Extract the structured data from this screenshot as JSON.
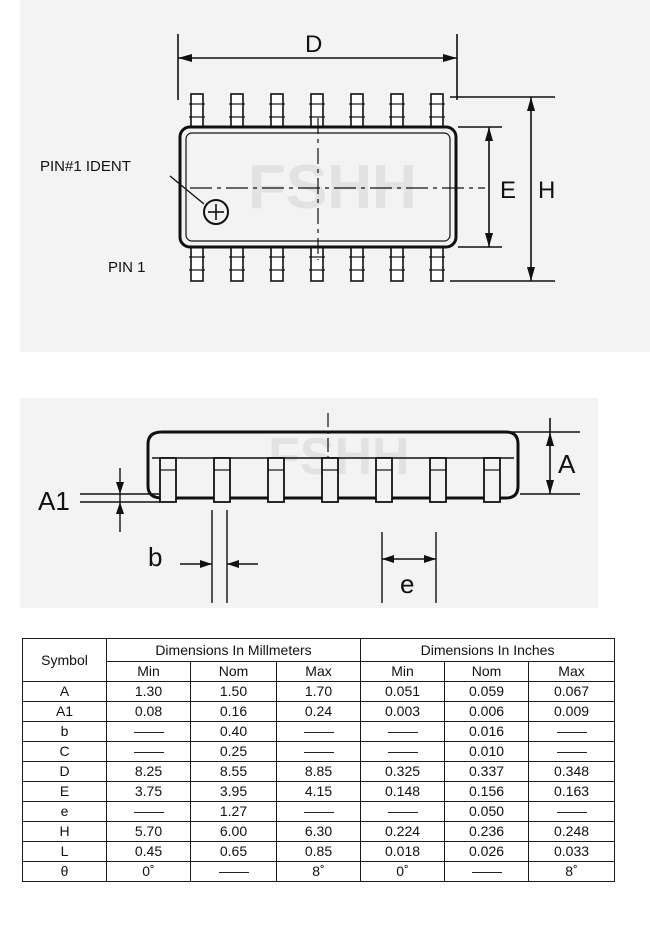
{
  "watermark": "FSHH",
  "top_view": {
    "label_length": "D",
    "label_body_width": "E",
    "label_total_width": "H",
    "label_pin1_ident": "PIN#1 IDENT",
    "label_pin1": "PIN 1"
  },
  "side_view": {
    "label_height": "A",
    "label_standoff": "A1",
    "label_lead_width": "b",
    "label_pitch": "e"
  },
  "table": {
    "symbol_header": "Symbol",
    "mm_header": "Dimensions In Millmeters",
    "inch_header": "Dimensions In Inches",
    "sub_headers": [
      "Min",
      "Nom",
      "Max",
      "Min",
      "Nom",
      "Max"
    ],
    "rows": [
      {
        "symbol": "A",
        "values": [
          "1.30",
          "1.50",
          "1.70",
          "0.051",
          "0.059",
          "0.067"
        ]
      },
      {
        "symbol": "A1",
        "values": [
          "0.08",
          "0.16",
          "0.24",
          "0.003",
          "0.006",
          "0.009"
        ]
      },
      {
        "symbol": "b",
        "values": [
          "",
          "0.40",
          "",
          "",
          "0.016",
          ""
        ]
      },
      {
        "symbol": "C",
        "values": [
          "",
          "0.25",
          "",
          "",
          "0.010",
          ""
        ]
      },
      {
        "symbol": "D",
        "values": [
          "8.25",
          "8.55",
          "8.85",
          "0.325",
          "0.337",
          "0.348"
        ]
      },
      {
        "symbol": "E",
        "values": [
          "3.75",
          "3.95",
          "4.15",
          "0.148",
          "0.156",
          "0.163"
        ]
      },
      {
        "symbol": "e",
        "values": [
          "",
          "1.27",
          "",
          "",
          "0.050",
          ""
        ]
      },
      {
        "symbol": "H",
        "values": [
          "5.70",
          "6.00",
          "6.30",
          "0.224",
          "0.236",
          "0.248"
        ]
      },
      {
        "symbol": "L",
        "values": [
          "0.45",
          "0.65",
          "0.85",
          "0.018",
          "0.026",
          "0.033"
        ]
      },
      {
        "symbol": "θ",
        "values": [
          "0˚",
          "",
          "8˚",
          "0˚",
          "",
          "8˚"
        ]
      }
    ]
  }
}
